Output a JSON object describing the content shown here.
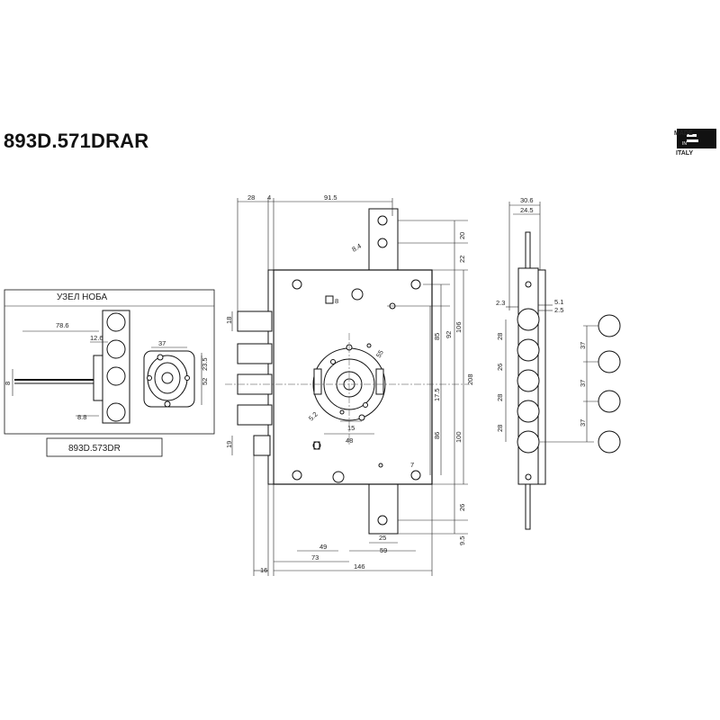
{
  "product_code": "893D.571DRAR",
  "made_in_italy": "MADE IN ITALY",
  "knob_box": {
    "title": "УЗЕЛ НОБА",
    "code": "893D.573DR",
    "dims": {
      "d8": "8",
      "l78_6": "78.6",
      "l12_6": "12.6",
      "w37": "37",
      "h23_5": "23.5",
      "d52": "52",
      "l8_8": "8.8"
    }
  },
  "front_dims": {
    "top": {
      "d28": "28",
      "d4": "4",
      "d91_5": "91.5"
    },
    "right": {
      "d20": "20",
      "d22": "22",
      "d85": "85",
      "d92": "92",
      "d106": "106",
      "d208": "208",
      "d17_5": "17.5",
      "d86": "86",
      "d100": "100",
      "d26": "26",
      "d9_5": "9.5"
    },
    "inner": {
      "d8_4": "8.4",
      "sq8": "8",
      "d55": "55",
      "d5_2": "5.2",
      "d15": "15",
      "d48": "48",
      "d7": "7"
    },
    "left": {
      "d18": "18",
      "d19": "19"
    },
    "bottom": {
      "d49": "49",
      "d25": "25",
      "d73": "73",
      "d59": "59",
      "d16": "16",
      "d146": "146"
    }
  },
  "side_dims": {
    "d30_6": "30.6",
    "d24_5": "24.5",
    "d2_3": "2.3",
    "d5_1": "5.1",
    "d2_5": "2.5",
    "d28a": "28",
    "d26": "26",
    "d28b": "28",
    "d28c": "28"
  },
  "bolt_dims": {
    "d37a": "37",
    "d37b": "37",
    "d37c": "37"
  }
}
